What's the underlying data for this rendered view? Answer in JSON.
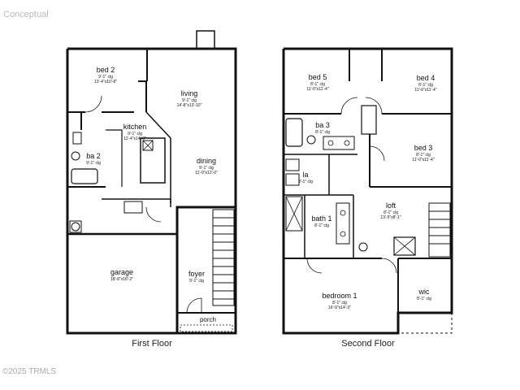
{
  "watermark": {
    "top": "Conceptual",
    "bottom": "©2025 TRMLS"
  },
  "captions": {
    "first_floor": "First Floor",
    "second_floor": "Second Floor"
  },
  "rooms": {
    "bed2": {
      "name": "bed 2",
      "clg": "9'-1\" clg",
      "size": "13'-4\"x10'-8\""
    },
    "living": {
      "name": "living",
      "clg": "9'-1\" clg",
      "size": "14'-8\"x13'-10\""
    },
    "kitchen": {
      "name": "kitchen",
      "clg": "9'-1\" clg",
      "size": "11'-4\"x14'-8\""
    },
    "ba2": {
      "name": "ba 2",
      "clg": "9'-1\" clg"
    },
    "dining": {
      "name": "dining",
      "clg": "9'-1\" clg",
      "size": "11'-0\"x12'-0\""
    },
    "garage": {
      "name": "garage",
      "size": "18'-8\"x18'-2\""
    },
    "foyer": {
      "name": "foyer",
      "clg": "9'-1\" clg"
    },
    "porch": {
      "name": "porch"
    },
    "bed5": {
      "name": "bed 5",
      "clg": "8'-1\" clg",
      "size": "11'-0\"x11'-4\""
    },
    "bed4": {
      "name": "bed 4",
      "clg": "8'-1\" clg",
      "size": "11'-0\"x11'-4\""
    },
    "ba3": {
      "name": "ba 3",
      "clg": "8'-1\" clg"
    },
    "bed3": {
      "name": "bed 3",
      "clg": "8'-1\" clg",
      "size": "11'-0\"x11'-4\""
    },
    "la": {
      "name": "la",
      "clg": "8'-1\" clg"
    },
    "bath1": {
      "name": "bath 1",
      "clg": "8'-1\" clg"
    },
    "loft": {
      "name": "loft",
      "clg": "8'-1\" clg",
      "size": "13'-5\"x8'-1\""
    },
    "bedroom1": {
      "name": "bedroom 1",
      "clg": "8'-1\" clg",
      "size": "16'-9\"x14'-3\""
    },
    "wic": {
      "name": "wic",
      "clg": "8'-1\" clg"
    }
  }
}
